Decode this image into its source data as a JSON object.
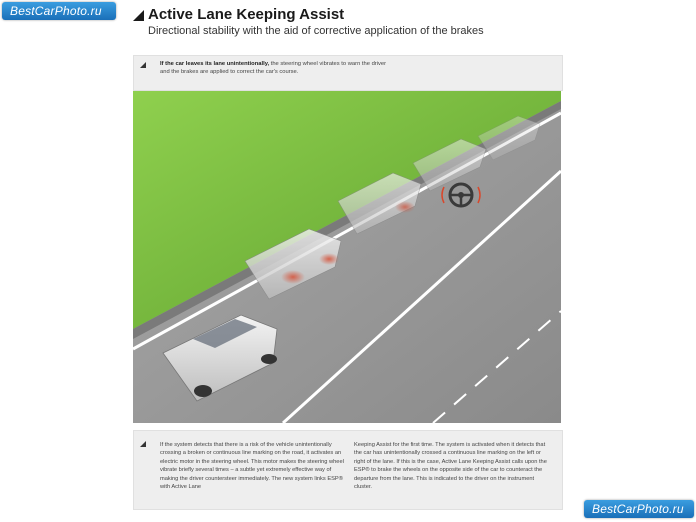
{
  "watermark": "BestCarPhoto.ru",
  "header": {
    "title": "Active Lane Keeping Assist",
    "subtitle": "Directional stability with the aid of corrective application of the brakes"
  },
  "note": {
    "bold": "If the car leaves its lane unintentionally,",
    "line1_rest": " the steering wheel vibrates to warn the driver",
    "line2": "and the brakes are applied to correct the car's course."
  },
  "body_text": {
    "col1": "If the system detects that there is a risk of the vehicle unintentionally crossing a broken or continuous line marking on the road, it activates an electric motor in the steering wheel. This motor makes the steering wheel vibrate briefly several times – a subtle yet extremely effective way of making the driver countersteer immediately. The new system links ESP® with Active Lane",
    "col2": "Keeping Assist for the first time. The system is activated when it detects that the car has unintentionally crossed a continuous line marking on the left or right of the lane. If this is the case, Active Lane Keeping Assist calls upon the ESP® to brake the wheels on the opposite side of the car to counteract the departure from the lane. This is indicated to the driver on the instrument cluster."
  },
  "colors": {
    "grass": "#7cc142",
    "road": "#9b9b9b",
    "brake_glow": "#d9472b"
  },
  "icons": [
    "triangle-bullet-icon",
    "steering-wheel-icon"
  ]
}
